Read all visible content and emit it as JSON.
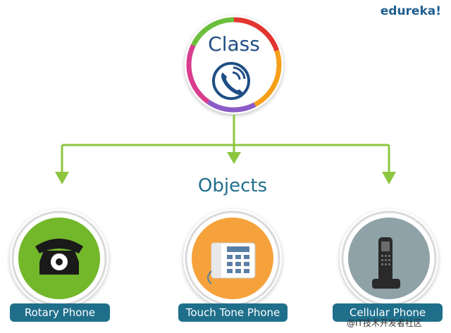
{
  "brand": "edureka!",
  "class_node": {
    "label": "Class",
    "icon": "phone-call-icon",
    "ring_colors": [
      "#e3342f",
      "#f6a019",
      "#8b5cc6",
      "#d93d8e",
      "#6cbf3c"
    ]
  },
  "objects_heading": "Objects",
  "connector_color": "#8cc63f",
  "objects": [
    {
      "label": "Rotary Phone",
      "icon": "rotary-phone-icon",
      "bg_color": "#73b72b"
    },
    {
      "label": "Touch Tone Phone",
      "icon": "touch-tone-phone-icon",
      "bg_color": "#f6a23c"
    },
    {
      "label": "Cellular Phone",
      "icon": "cellular-phone-icon",
      "bg_color": "#8fa2a8"
    }
  ],
  "watermark": "@IT技术开发者社区"
}
